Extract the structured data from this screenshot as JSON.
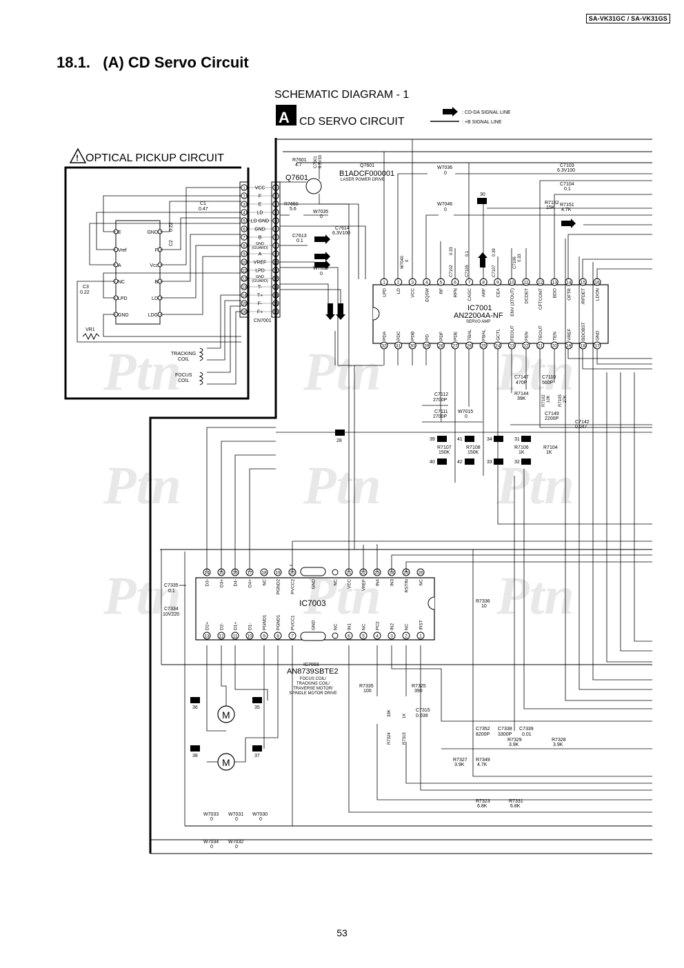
{
  "header": {
    "model": "SA-VK31GC / SA-VK31GS",
    "title": "18.1.   (A) CD Servo Circuit"
  },
  "diagram": {
    "schematic_title": "SCHEMATIC DIAGRAM - 1",
    "block_letter": "A",
    "block_title": "CD SERVO CIRCUIT",
    "legend": [
      {
        "label": ": CD-DA SIGNAL LINE"
      },
      {
        "label": ": +B SIGNAL LINE"
      }
    ],
    "pickup_title": "OPTICAL PICKUP CIRCUIT",
    "pickup_ic_left": [
      "E",
      "Vref",
      "A",
      "NC",
      "LPD",
      "GND"
    ],
    "pickup_ic_right": [
      "GND",
      "F",
      "Vcc",
      "B",
      "LD",
      "LDG"
    ],
    "pickup_parts": {
      "c2": "C2",
      "c2v": "0.22",
      "c3": "C3",
      "c3v": "0.22",
      "c1": "C1",
      "c1v": "0.47",
      "vr1": "VR1",
      "tracking": "TRACKING\nCOIL",
      "focus": "FOCUS\nCOIL"
    },
    "connector": {
      "name": "CN7001",
      "pins": [
        "VCC",
        "F",
        "E",
        "LD",
        "LD GND",
        "GND",
        "B",
        "GND\n(GUARD)",
        "A",
        "VREF",
        "LPD",
        "GND\n(GUARD)",
        "T-",
        "T+",
        "F-",
        "F+"
      ]
    },
    "q7601": {
      "name": "Q7601",
      "part": "B1ADCF000001",
      "desc": "LASER POWER DRIVE"
    },
    "ic7001": {
      "name": "IC7001",
      "part": "AN22004A-NF",
      "desc": "SERVO AMP",
      "top_pins": [
        "LPD",
        "LD",
        "VCC",
        "EQSW",
        "RF",
        "RFN",
        "CAGC",
        "ARF",
        "CEA",
        "ENV (3TOUT)",
        "DCDET",
        "CFTCONT",
        "BDO",
        "OFTR",
        "/RFDET",
        "LDON"
      ],
      "bottom_pins": [
        "PDA",
        "PDC",
        "PDB",
        "PD",
        "PDF",
        "PDE",
        "TBAL",
        "FBAL",
        "GCTL",
        "FEOUT",
        "FEN",
        "TEOUT",
        "TEN",
        "VREF",
        "BDOBST",
        "GND"
      ]
    },
    "ic7003": {
      "name": "IC7003",
      "ref": "IC7003",
      "part": "AN8739SBTE2",
      "desc": "FOCUS COIL/\nTRACKING COIL/\nTRAVERSE MOTOR/\nSPINDLE MOTOR DRIVE",
      "top_nums": [
        "14",
        "15",
        "16",
        "17",
        "18",
        "19",
        "20",
        "",
        "21",
        "22",
        "23",
        "24",
        "25",
        "26"
      ],
      "top_pins": [
        "D3-",
        "D3+",
        "D4-",
        "D4+",
        "NC",
        "PGND2",
        "PVCC2",
        "GND",
        "NC",
        "VCC",
        "VREF",
        "IN4",
        "IN3",
        "RSTIN",
        "NC"
      ],
      "bottom_nums": [
        "13",
        "12",
        "11",
        "10",
        "9",
        "8",
        "7",
        "",
        "6",
        "5",
        "4",
        "3",
        "2",
        "1"
      ],
      "bottom_pins": [
        "D2+",
        "D2-",
        "D1+",
        "D1-",
        "PGND1",
        "PGND1",
        "PVCC1",
        "GND",
        "NC",
        "IN1",
        "NC",
        "PC2",
        "IN2",
        "NC",
        "/RST"
      ]
    },
    "parts": {
      "r7601": "R7601",
      "r7601v": "4.7",
      "c7601": "C7601",
      "c7601v": "6.3V33",
      "w7036": "W7036",
      "w7036v": "0",
      "c7103": "C7103",
      "c7103v": "6.3V100",
      "c7104": "C7104",
      "c7104v": "0.1",
      "r7650": "R7650",
      "r7650v": "5.6",
      "w7035": "W7035",
      "w7035v": "0",
      "c7614": "C7614",
      "c7614v": "6.3V100",
      "w7046": "W7046",
      "w7046v": "0",
      "r7152": "R7152",
      "r7152v": "15K",
      "r7151": "R7151",
      "r7151v": "4.7K",
      "c7613": "C7613",
      "c7613v": "0.1",
      "w7023": "W7023",
      "w7023v": "0",
      "w7040": "W7040",
      "w7040v": "0",
      "c7102": "C7102",
      "c7102v": "0.33",
      "c7105": "C7105",
      "c7105v": "0.1",
      "c7107": "C7107",
      "c7107v": "0.39",
      "c7106": "C7106",
      "c7106v": "0.33",
      "tp30": "30",
      "c7147": "C7147",
      "c7147v": "470P",
      "c7110": "C7110",
      "c7110v": "560P",
      "r7144": "R7144",
      "r7144v": "39K",
      "r7102": "R7102",
      "r7102v": "10K",
      "r7105": "R7105",
      "r7105v": "27K",
      "c7112": "C7112",
      "c7112v": "2700P",
      "c7111": "C7111",
      "c7111v": "2700P",
      "w7015": "W7015",
      "w7015v": "0",
      "c7149": "C7149",
      "c7149v": "2200P",
      "c7142": "C7142",
      "c7142v": "0.047",
      "tp28": "28",
      "tp39": "39",
      "tp41": "41",
      "tp34": "34",
      "tp31": "31",
      "r7107": "R7107",
      "r7107v": "150K",
      "r7108": "R7108",
      "r7108v": "150K",
      "r7106": "R7106",
      "r7106v": "1K",
      "r7104": "R7104",
      "r7104v": "1K",
      "tp40": "40",
      "tp42": "42",
      "tp33": "33",
      "tp32": "32",
      "c7335": "C7335",
      "c7335v": "0.1",
      "c7334": "C7334",
      "c7334v": "10V220",
      "r7336": "R7336",
      "r7336v": "10",
      "r7335": "R7335",
      "r7335v": "100",
      "r7325": "R7325",
      "r7325v": "390",
      "c7315": "C7315",
      "c7315v": "0.039",
      "r7324": "R7324",
      "r7324v": "33K",
      "r7315": "R7315",
      "r7315v": "1K",
      "tp36": "36",
      "tp35": "35",
      "tp38": "38",
      "tp37": "37",
      "motor": "M",
      "c7352": "C7352",
      "c7352v": "8200P",
      "c7338": "C7338",
      "c7338v": "3300P",
      "c7339": "C7339",
      "c7339v": "0.01",
      "r7329": "R7329",
      "r7329v": "3.9K",
      "r7328": "R7328",
      "r7328v": "3.9K",
      "r7327": "R7327",
      "r7327v": "3.9K",
      "r7349": "R7349",
      "r7349v": "4.7K",
      "r7323": "R7323",
      "r7323v": "6.8K",
      "r7331": "R7331",
      "r7331v": "6.8K",
      "w7033": "W7033",
      "w7033v": "0",
      "w7031": "W7031",
      "w7031v": "0",
      "w7030": "W7030",
      "w7030v": "0",
      "w7034": "W7034",
      "w7034v": "0",
      "w7032": "W7032",
      "w7032v": "0"
    },
    "watermark": "Ptn"
  },
  "footer": {
    "page_number": "53"
  }
}
